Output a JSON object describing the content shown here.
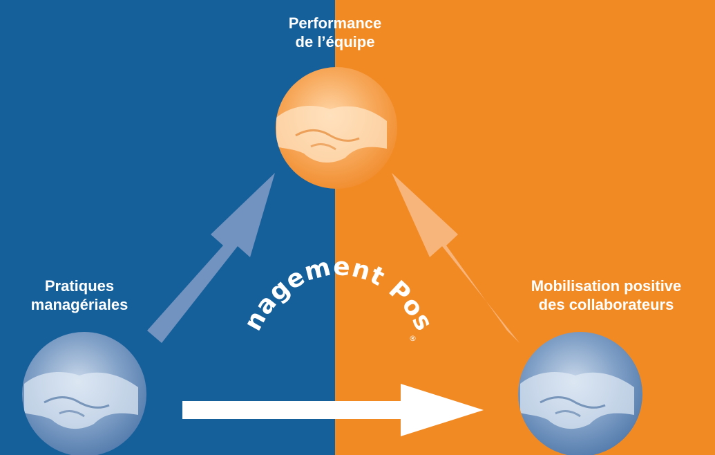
{
  "nodes": {
    "top": {
      "lines": [
        "Performance",
        "de l’équipe"
      ]
    },
    "left": {
      "lines": [
        "Pratiques",
        "managériales"
      ]
    },
    "right": {
      "lines": [
        "Mobilisation positive",
        "des collaborateurs"
      ]
    }
  },
  "center": {
    "title": "Management Positif",
    "registered_mark": "®"
  },
  "colors": {
    "blue": "#15609b",
    "orange": "#f28a24",
    "white": "#ffffff"
  },
  "icons": {
    "node_image": "handshake-icon"
  }
}
